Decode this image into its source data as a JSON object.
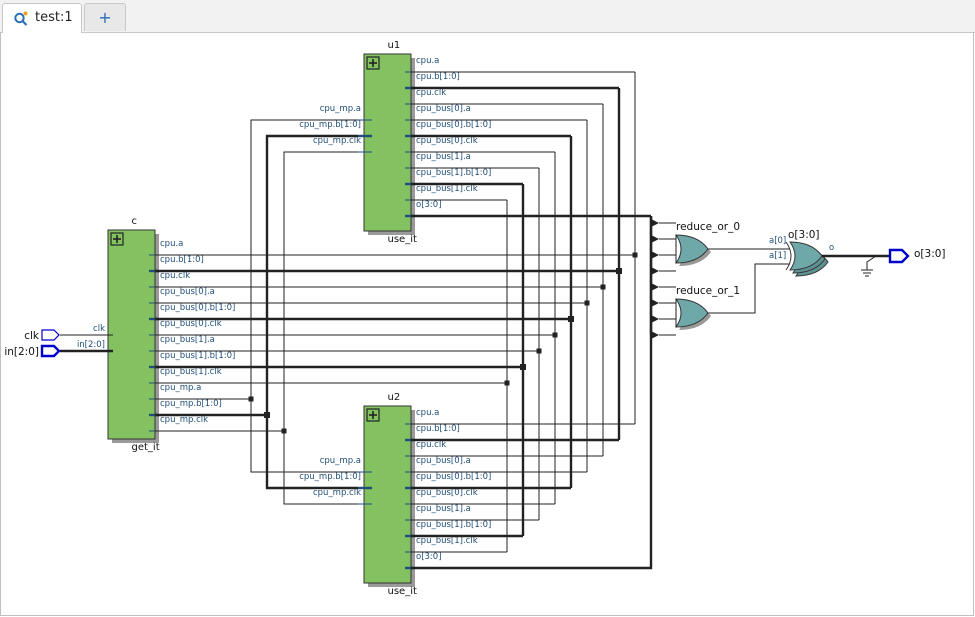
{
  "tabs": [
    {
      "label": "test:1",
      "icon": "schematic-search-icon",
      "active": true
    },
    {
      "label": "+",
      "icon": "add-tab-icon",
      "active": false
    }
  ],
  "colors": {
    "block_fill": "#84c261",
    "gate_fill": "#6fa8a8",
    "port_color": "#0000cc",
    "pin_text": "#1f4e79",
    "wire": "#222222"
  },
  "schematic": {
    "top_ports": {
      "inputs": [
        "clk",
        "in[2:0]"
      ],
      "outputs": [
        "o[3:0]"
      ]
    },
    "instances": [
      {
        "name": "c",
        "module": "get_it",
        "inputs": [
          "clk",
          "in[2:0]"
        ],
        "outputs": [
          "cpu.a",
          "cpu.b[1:0]",
          "cpu.clk",
          "cpu_bus[0].a",
          "cpu_bus[0].b[1:0]",
          "cpu_bus[0].clk",
          "cpu_bus[1].a",
          "cpu_bus[1].b[1:0]",
          "cpu_bus[1].clk",
          "cpu_mp.a",
          "cpu_mp.b[1:0]",
          "cpu_mp.clk"
        ]
      },
      {
        "name": "u1",
        "module": "use_it",
        "inputs": [
          "cpu_mp.a",
          "cpu_mp.b[1:0]",
          "cpu_mp.clk"
        ],
        "outputs": [
          "cpu.a",
          "cpu.b[1:0]",
          "cpu.clk",
          "cpu_bus[0].a",
          "cpu_bus[0].b[1:0]",
          "cpu_bus[0].clk",
          "cpu_bus[1].a",
          "cpu_bus[1].b[1:0]",
          "cpu_bus[1].clk",
          "o[3:0]"
        ]
      },
      {
        "name": "u2",
        "module": "use_it",
        "inputs": [
          "cpu_mp.a",
          "cpu_mp.b[1:0]",
          "cpu_mp.clk"
        ],
        "outputs": [
          "cpu.a",
          "cpu.b[1:0]",
          "cpu.clk",
          "cpu_bus[0].a",
          "cpu_bus[0].b[1:0]",
          "cpu_bus[0].clk",
          "cpu_bus[1].a",
          "cpu_bus[1].b[1:0]",
          "cpu_bus[1].clk",
          "o[3:0]"
        ]
      }
    ],
    "gates": [
      {
        "name": "reduce_or_0",
        "type": "OR"
      },
      {
        "name": "reduce_or_1",
        "type": "OR"
      },
      {
        "name": "o[3:0]",
        "type": "XOR",
        "inputs": [
          "a[0]",
          "a[1]"
        ],
        "output": "o"
      }
    ]
  }
}
